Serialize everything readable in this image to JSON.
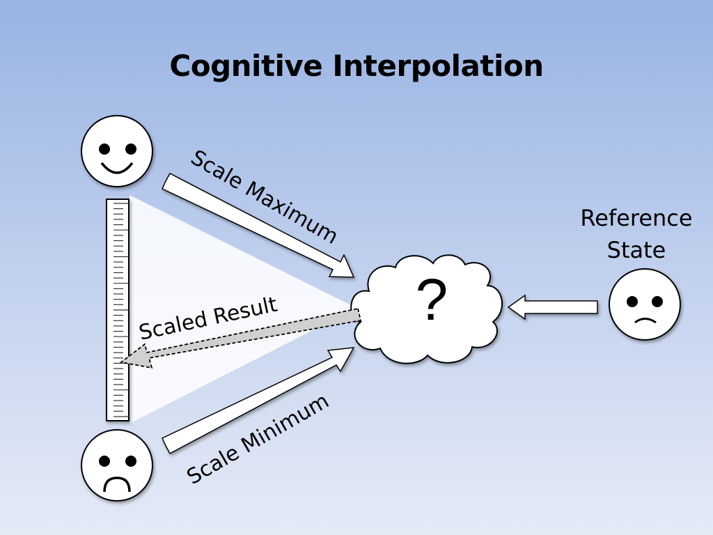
{
  "title": "Cognitive Interpolation",
  "labels": {
    "scale_maximum": "Scale Maximum",
    "scale_minimum": "Scale Minimum",
    "scaled_result": "Scaled Result",
    "reference_state_line1": "Reference",
    "reference_state_line2": "State",
    "question_mark": "?"
  },
  "icons": {
    "top_face": "happy-face-icon",
    "bottom_face": "sad-face-icon",
    "reference_face": "slightly-sad-face-icon",
    "cloud": "thought-cloud-icon",
    "scale": "ruler-icon"
  },
  "colors": {
    "background_top": "#98b3e2",
    "background_bottom": "#e4eaf6",
    "shape_fill": "#ffffff",
    "result_arrow_fill": "#d0d0d0"
  }
}
